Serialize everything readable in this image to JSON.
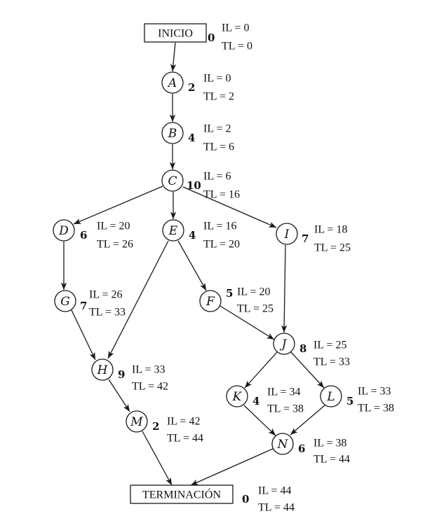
{
  "nodes": [
    {
      "id": "INICIO",
      "label": "INICIO",
      "shape": "rect",
      "duration": "0",
      "il": "IL = 0",
      "tl": "TL = 0"
    },
    {
      "id": "A",
      "label": "A",
      "shape": "circle",
      "duration": "2",
      "il": "IL = 0",
      "tl": "TL = 2"
    },
    {
      "id": "B",
      "label": "B",
      "shape": "circle",
      "duration": "4",
      "il": "IL = 2",
      "tl": "TL = 6"
    },
    {
      "id": "C",
      "label": "C",
      "shape": "circle",
      "duration": "10",
      "il": "IL = 6",
      "tl": "TL = 16"
    },
    {
      "id": "D",
      "label": "D",
      "shape": "circle",
      "duration": "6",
      "il": "IL = 20",
      "tl": "TL = 26"
    },
    {
      "id": "E",
      "label": "E",
      "shape": "circle",
      "duration": "4",
      "il": "IL = 16",
      "tl": "TL = 20"
    },
    {
      "id": "I",
      "label": "I",
      "shape": "circle",
      "duration": "7",
      "il": "IL = 18",
      "tl": "TL = 25"
    },
    {
      "id": "G",
      "label": "G",
      "shape": "circle",
      "duration": "7",
      "il": "IL = 26",
      "tl": "TL = 33"
    },
    {
      "id": "F",
      "label": "F",
      "shape": "circle",
      "duration": "5",
      "il": "IL = 20",
      "tl": "TL = 25"
    },
    {
      "id": "J",
      "label": "J",
      "shape": "circle",
      "duration": "8",
      "il": "IL = 25",
      "tl": "TL = 33"
    },
    {
      "id": "H",
      "label": "H",
      "shape": "circle",
      "duration": "9",
      "il": "IL = 33",
      "tl": "TL = 42"
    },
    {
      "id": "K",
      "label": "K",
      "shape": "circle",
      "duration": "4",
      "il": "IL = 34",
      "tl": "TL = 38"
    },
    {
      "id": "L",
      "label": "L",
      "shape": "circle",
      "duration": "5",
      "il": "IL = 33",
      "tl": "TL = 38"
    },
    {
      "id": "M",
      "label": "M",
      "shape": "circle",
      "duration": "2",
      "il": "IL = 42",
      "tl": "TL = 44"
    },
    {
      "id": "N",
      "label": "N",
      "shape": "circle",
      "duration": "6",
      "il": "IL = 38",
      "tl": "TL = 44"
    },
    {
      "id": "TERMINACION",
      "label": "TERMINACIÓN",
      "shape": "rect",
      "duration": "0",
      "il": "IL = 44",
      "tl": "TL = 44"
    }
  ],
  "edges": [
    {
      "from": "INICIO",
      "to": "A"
    },
    {
      "from": "A",
      "to": "B"
    },
    {
      "from": "B",
      "to": "C"
    },
    {
      "from": "C",
      "to": "D"
    },
    {
      "from": "C",
      "to": "E"
    },
    {
      "from": "C",
      "to": "I"
    },
    {
      "from": "D",
      "to": "G"
    },
    {
      "from": "E",
      "to": "H"
    },
    {
      "from": "E",
      "to": "F"
    },
    {
      "from": "G",
      "to": "H"
    },
    {
      "from": "F",
      "to": "J"
    },
    {
      "from": "I",
      "to": "J"
    },
    {
      "from": "H",
      "to": "M"
    },
    {
      "from": "J",
      "to": "K"
    },
    {
      "from": "J",
      "to": "L"
    },
    {
      "from": "K",
      "to": "N"
    },
    {
      "from": "L",
      "to": "N"
    },
    {
      "from": "M",
      "to": "TERMINACION"
    },
    {
      "from": "N",
      "to": "TERMINACION"
    }
  ]
}
